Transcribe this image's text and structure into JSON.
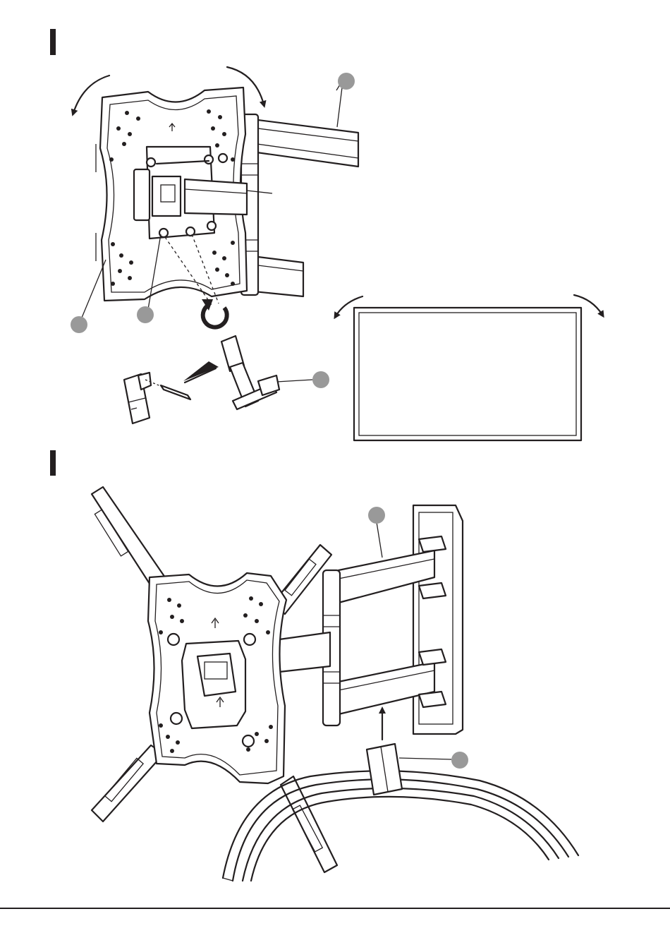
{
  "page": {
    "background": "#ffffff",
    "ink_color": "#231f20",
    "callout_color": "#999999"
  },
  "step_1": {
    "illustration": "tilt-adjustment",
    "icons": [
      "rotate-left-arrow-icon",
      "rotate-right-arrow-icon",
      "hex-key-tool-icon",
      "tv-screen-icon"
    ],
    "callouts": 4
  },
  "step_2": {
    "illustration": "cable-management",
    "icons": [
      "cable-clip-icon",
      "upward-arrow-icon"
    ],
    "callouts": 2
  }
}
